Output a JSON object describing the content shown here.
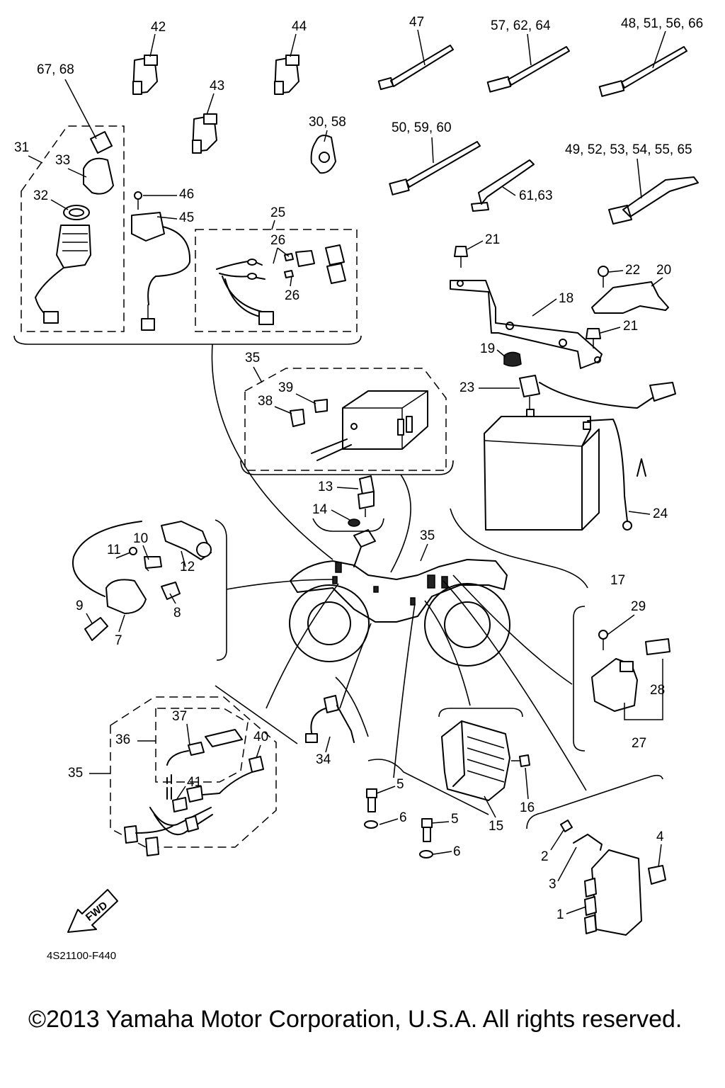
{
  "labels": {
    "p42": "42",
    "p44": "44",
    "p47": "47",
    "p57_62_64": "57, 62, 64",
    "p48_51_56_66": "48, 51, 56, 66",
    "p67_68": "67, 68",
    "p43": "43",
    "p30_58": "30, 58",
    "p50_59_60": "50, 59, 60",
    "p49_52_53_54_55_65": "49, 52, 53, 54, 55, 65",
    "p31": "31",
    "p33": "33",
    "p32": "32",
    "p46": "46",
    "p45": "45",
    "p25": "25",
    "p26a": "26",
    "p26b": "26",
    "p61_63": "61,63",
    "p21a": "21",
    "p22": "22",
    "p20": "20",
    "p18": "18",
    "p21b": "21",
    "p19": "19",
    "p35a": "35",
    "p39": "39",
    "p38": "38",
    "p23": "23",
    "p13": "13",
    "p14": "14",
    "p24": "24",
    "p10": "10",
    "p11": "11",
    "p12": "12",
    "p35b": "35",
    "p17": "17",
    "p9": "9",
    "p8": "8",
    "p7": "7",
    "p29": "29",
    "p28": "28",
    "p27": "27",
    "p37": "37",
    "p36": "36",
    "p40": "40",
    "p35c": "35",
    "p41": "41",
    "p34": "34",
    "p5a": "5",
    "p6a": "6",
    "p5b": "5",
    "p6b": "6",
    "p16": "16",
    "p15": "15",
    "p2": "2",
    "p4": "4",
    "p3": "3",
    "p1": "1"
  },
  "fwd_label": "FWD",
  "diagram_code": "4S21100-F440",
  "copyright": "©2013 Yamaha Motor Corporation, U.S.A. All rights reserved."
}
